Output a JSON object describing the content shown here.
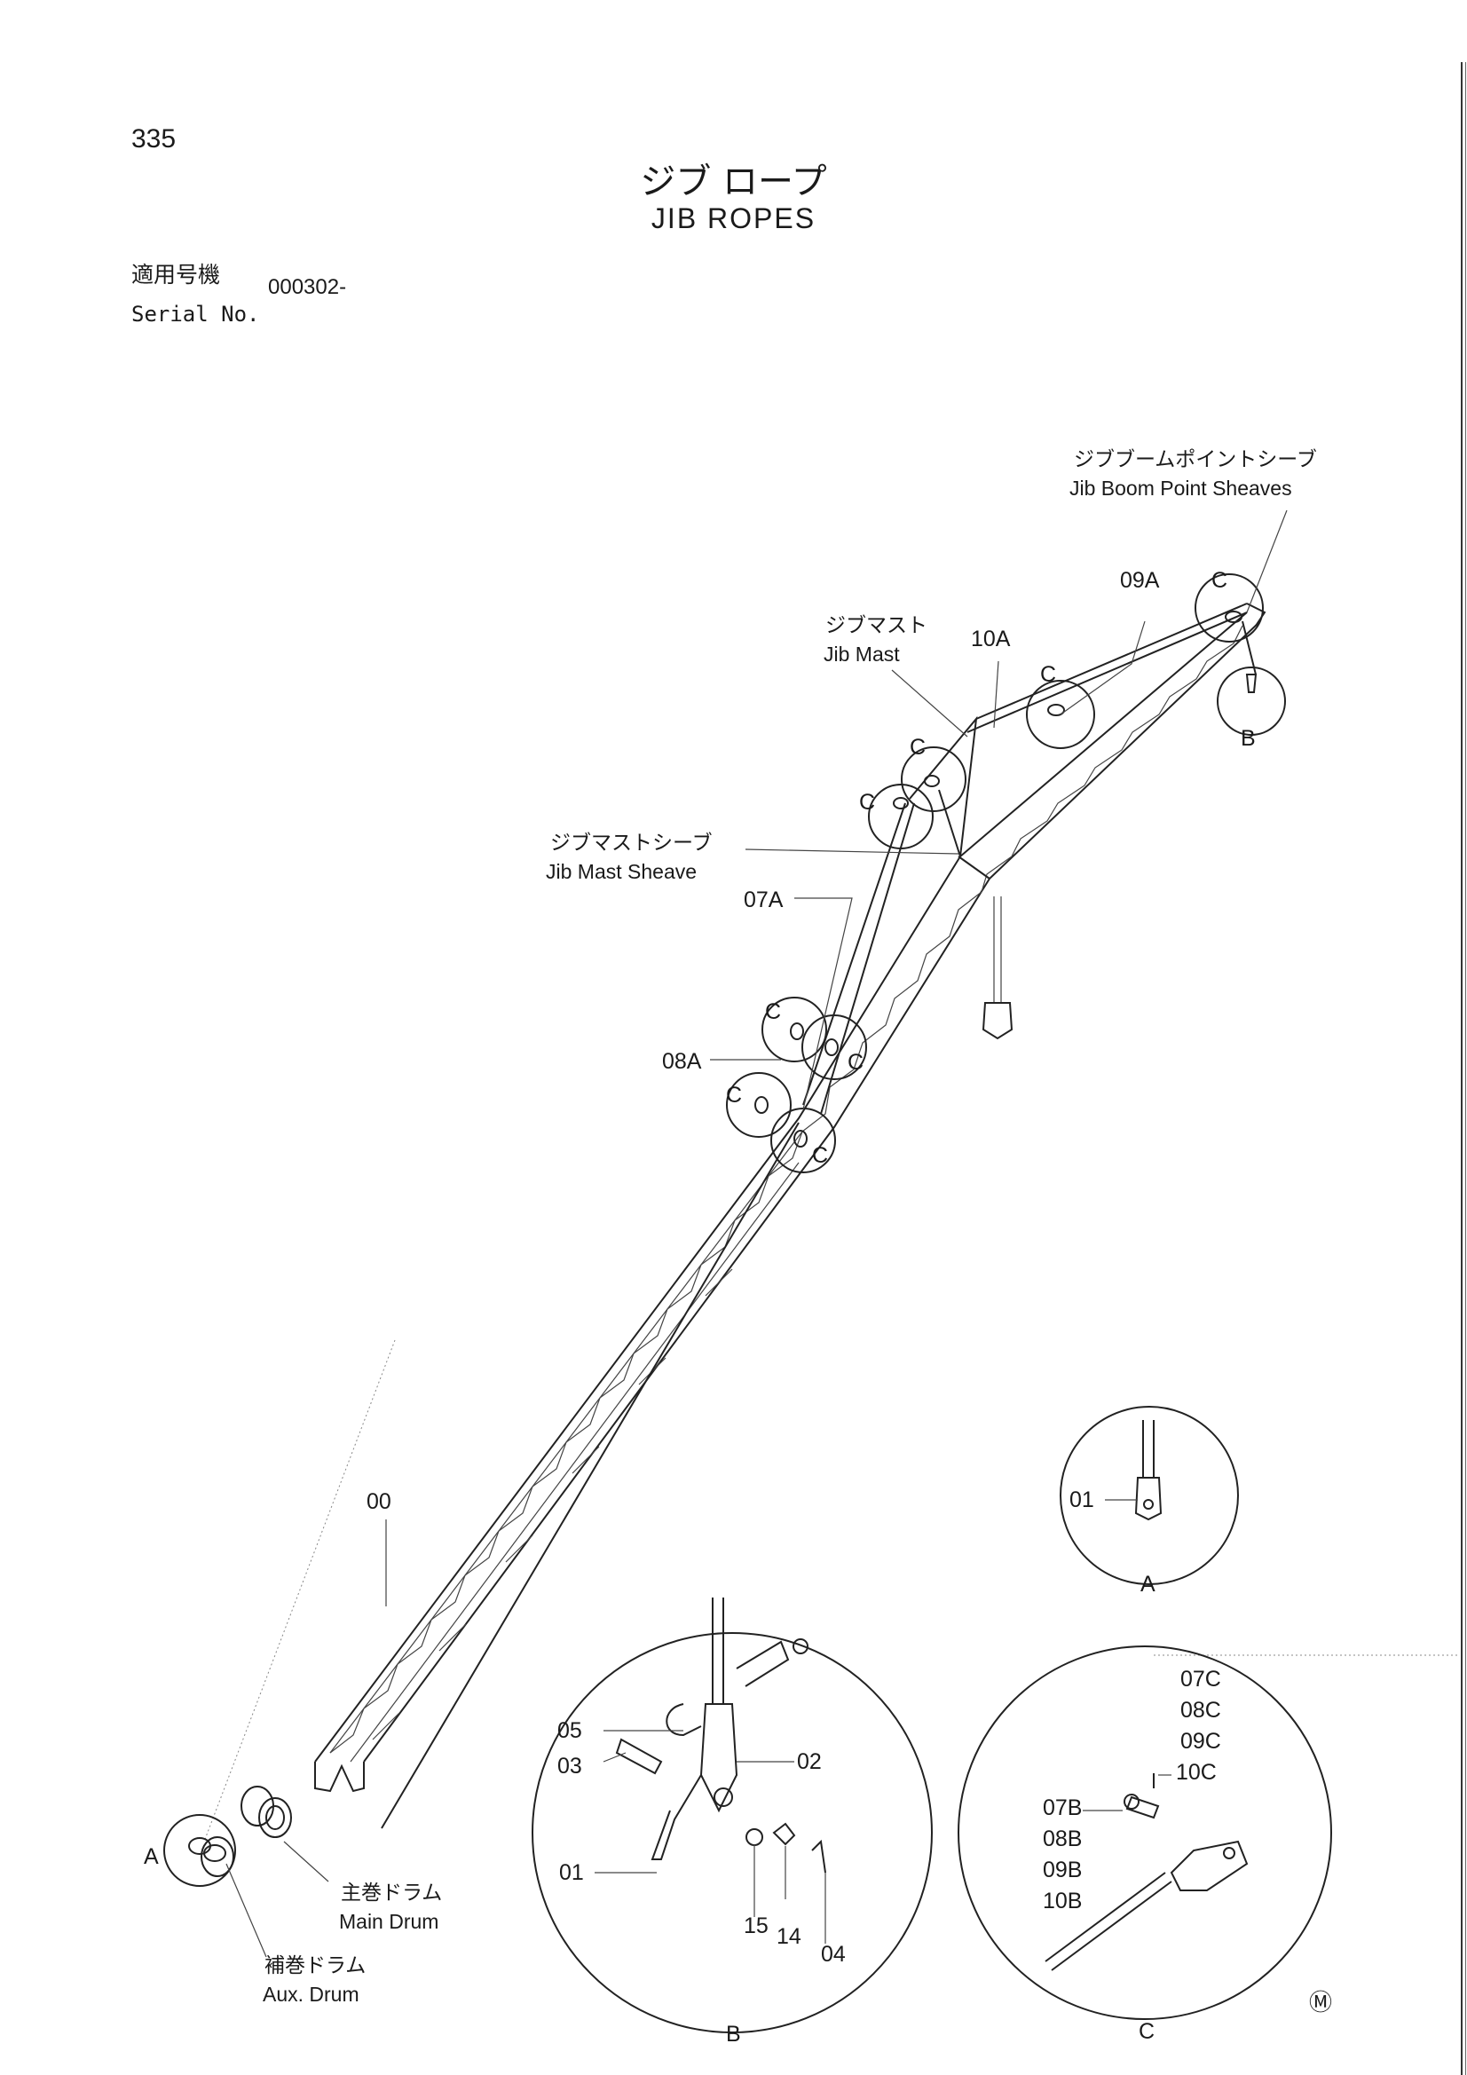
{
  "header": {
    "page_number": "335",
    "title_jp": "ジブ ロープ",
    "title_en": "JIB ROPES",
    "serial_label_jp": "適用号機",
    "serial_label_en": "Serial No.",
    "serial_value": "000302-"
  },
  "callouts": {
    "jib_boom_point_sheaves_jp": "ジブブームポイントシーブ",
    "jib_boom_point_sheaves_en": "Jib Boom Point Sheaves",
    "jib_mast_jp": "ジブマスト",
    "jib_mast_en": "Jib Mast",
    "jib_mast_sheave_jp": "ジブマストシーブ",
    "jib_mast_sheave_en": "Jib Mast Sheave",
    "main_drum_jp": "主巻ドラム",
    "main_drum_en": "Main Drum",
    "aux_drum_jp": "補巻ドラム",
    "aux_drum_en": "Aux. Drum"
  },
  "part_labels": {
    "p00": "00",
    "p07A": "07A",
    "p08A": "08A",
    "p09A": "09A",
    "p10A": "10A",
    "c": "C",
    "a": "A",
    "b": "B"
  },
  "detail_a": {
    "label": "A",
    "part_01": "01"
  },
  "detail_b": {
    "label": "B",
    "part_05": "05",
    "part_03": "03",
    "part_01": "01",
    "part_02": "02",
    "part_15": "15",
    "part_14": "14",
    "part_04": "04"
  },
  "detail_c": {
    "label": "C",
    "part_07C": "07C",
    "part_08C": "08C",
    "part_09C": "09C",
    "part_10C": "10C",
    "part_07B": "07B",
    "part_08B": "08B",
    "part_09B": "09B",
    "part_10B": "10B"
  },
  "footer_mark": "Ⓜ"
}
